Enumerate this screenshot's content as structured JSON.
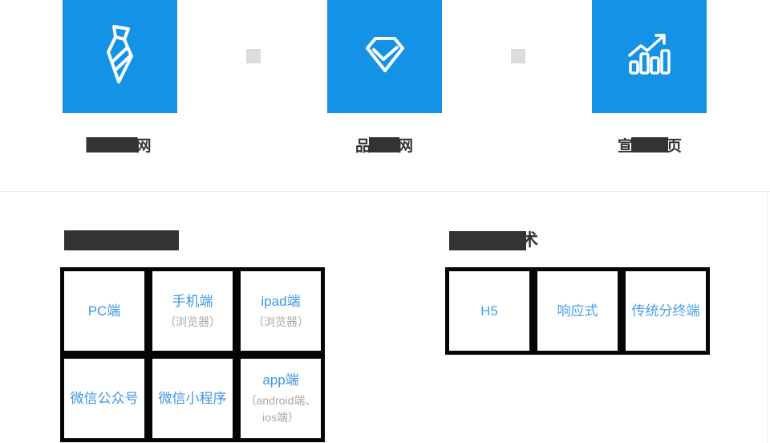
{
  "colors": {
    "tile_blue": "#1492e6",
    "connector_gray": "#dcdcdc",
    "redaction_dark": "#333333",
    "grid_border_black": "#050505",
    "cell_text_blue_left": "#3e96e2",
    "cell_text_blue_right": "#4aa1ec",
    "cell_text_gray": "#a8a8a8",
    "divider_gray": "#e8e8e8"
  },
  "feature_tiles": {
    "items": [
      {
        "icon": "tie-icon",
        "label_visible_start": "",
        "label_visible_end": "网"
      },
      {
        "icon": "gem-check-icon",
        "label_visible_start": "品",
        "label_visible_end": "网"
      },
      {
        "icon": "growth-chart-icon",
        "label_visible_start": "宣",
        "label_visible_end": "页"
      }
    ]
  },
  "terminals_section": {
    "header": {
      "redacted": true,
      "visible_text": ""
    },
    "cells": [
      {
        "title": "PC端",
        "subtitle": ""
      },
      {
        "title": "手机端",
        "subtitle": "（浏览器）"
      },
      {
        "title": "ipad端",
        "subtitle": "（浏览器）"
      },
      {
        "title": "微信公众号",
        "subtitle": ""
      },
      {
        "title": "微信小程序",
        "subtitle": ""
      },
      {
        "title": "app端",
        "subtitle": "（android端、ios端）"
      }
    ]
  },
  "tech_section": {
    "header": {
      "redacted": true,
      "visible_text": "术"
    },
    "cells": [
      {
        "title": "H5"
      },
      {
        "title": "响应式"
      },
      {
        "title": "传统分终端"
      }
    ]
  }
}
